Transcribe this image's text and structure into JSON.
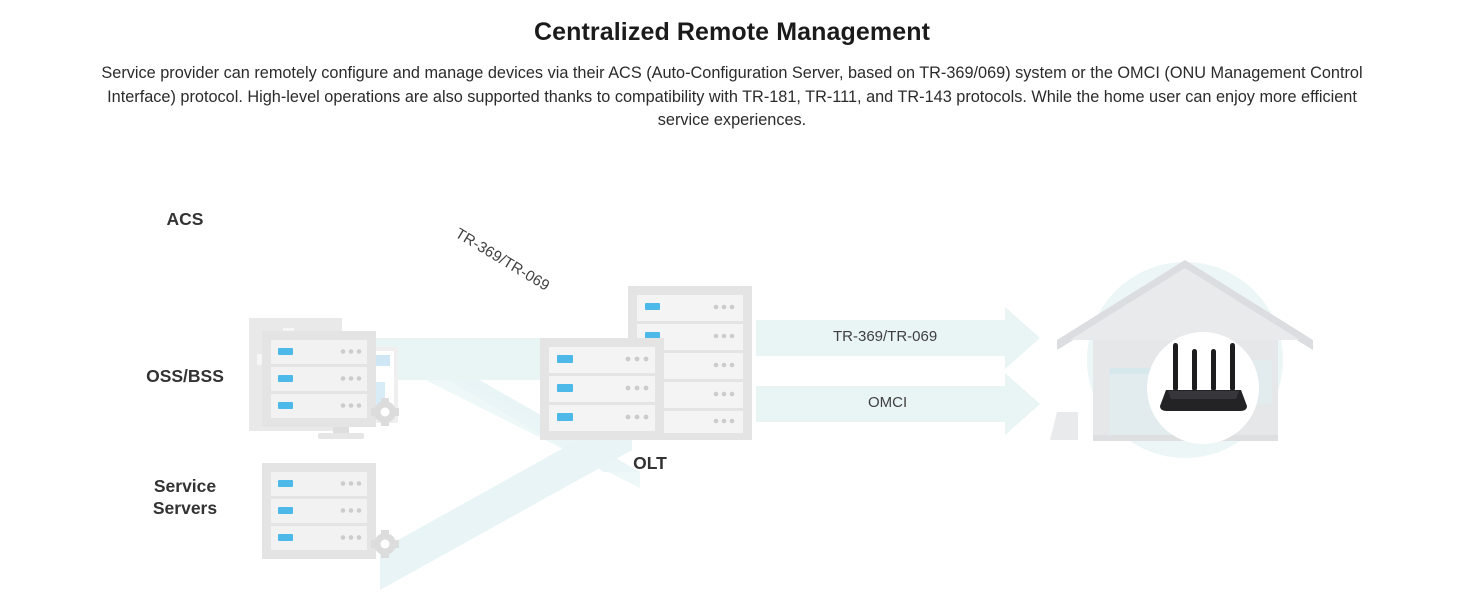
{
  "page": {
    "title": "Centralized Remote Management",
    "description": "Service provider can remotely configure and manage devices via their ACS (Auto-Configuration Server, based on TR-369/069) system or the OMCI (ONU Management Control Interface) protocol. High-level operations are also supported thanks to compatibility with TR-181, TR-111, and TR-143 protocols. While the home user can enjoy more efficient service experiences."
  },
  "diagram": {
    "nodes": [
      {
        "id": "acs",
        "label": "ACS",
        "icon": "monitor-gear-dashboard-icon"
      },
      {
        "id": "ossbss",
        "label": "OSS/BSS",
        "icon": "server-rack-icon"
      },
      {
        "id": "service_servers",
        "label": "Service\nServers",
        "icon": "server-rack-icon"
      },
      {
        "id": "olt",
        "label": "OLT",
        "icon": "server-rack-stack-icon"
      },
      {
        "id": "home",
        "label": "",
        "icon": "house-router-icon"
      }
    ],
    "connections": [
      {
        "id": "acs-to-olt",
        "label": "TR-369/TR-069",
        "from": "acs",
        "to": "olt",
        "style": "diagonal-band"
      },
      {
        "id": "ossbss-to-olt",
        "label": "",
        "from": "ossbss",
        "to": "olt",
        "style": "horizontal-band"
      },
      {
        "id": "service-to-olt",
        "label": "",
        "from": "service_servers",
        "to": "olt",
        "style": "diagonal-band"
      },
      {
        "id": "olt-to-home-top",
        "label": "TR-369/TR-069",
        "from": "olt",
        "to": "home",
        "style": "arrow"
      },
      {
        "id": "olt-to-home-bottom",
        "label": "OMCI",
        "from": "olt",
        "to": "home",
        "style": "arrow"
      }
    ]
  },
  "colors": {
    "background": "#ffffff",
    "band": "#e9f4f5",
    "band_strong": "#ddeff1",
    "led_blue": "#4cb9e8",
    "device_gray": "#e4e4e4",
    "device_gray_dark": "#d4d4d4",
    "device_gray_light": "#f2f2f2",
    "house_gray": "#e0e1e3",
    "router_black": "#1d1d1f",
    "title_text": "#1b1b1b",
    "body_text": "#2b2b2b"
  }
}
